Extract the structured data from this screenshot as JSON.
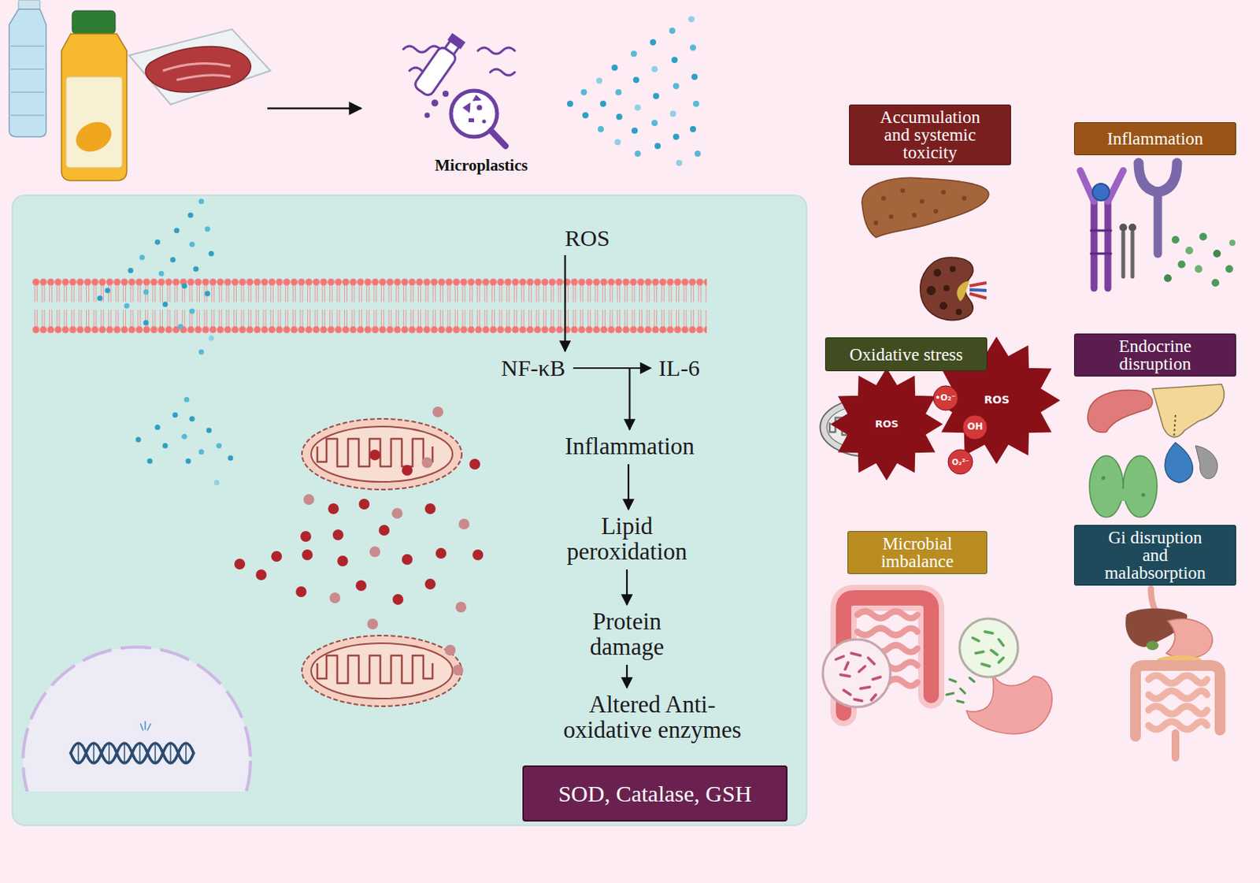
{
  "diagram": {
    "nodes": [
      {
        "text": [
          "ROS"
        ]
      },
      {
        "text": [
          "NF-κB"
        ]
      },
      {
        "text": [
          "IL-6"
        ]
      },
      {
        "text": [
          "Inflammation"
        ]
      },
      {
        "text": [
          "Lipid peroxidation"
        ]
      },
      {
        "text": [
          "Protein damage"
        ]
      },
      {
        "text": [
          "Altered Anti-oxidative enzymes"
        ]
      },
      {
        "text": [
          "SOD, Catalase, GSH"
        ]
      },
      {
        "text": [
          "Accumulation and systemic toxicity"
        ]
      },
      {
        "text": [
          "Inflammation"
        ]
      },
      {
        "text": [
          "Oxidative stress"
        ]
      },
      {
        "text": [
          "Endocrine disruption"
        ]
      },
      {
        "text": [
          "Microbial imbalance"
        ]
      },
      {
        "text": [
          "Gi disruption and malabsorption"
        ]
      }
    ],
    "edges": [
      {
        "from": 0,
        "to": 1,
        "arrow": "to"
      },
      {
        "from": 1,
        "to": 2,
        "arrow": "to"
      },
      {
        "from": 1,
        "to": 3,
        "arrow": "to"
      },
      {
        "from": 3,
        "to": 4,
        "arrow": "to"
      },
      {
        "from": 4,
        "to": 5,
        "arrow": "to"
      },
      {
        "from": 5,
        "to": 6,
        "arrow": "to"
      }
    ],
    "labels": [
      "Microplastics",
      "ROS",
      "ROS",
      "•O₂⁻",
      "OH",
      "O₂²⁻"
    ]
  }
}
